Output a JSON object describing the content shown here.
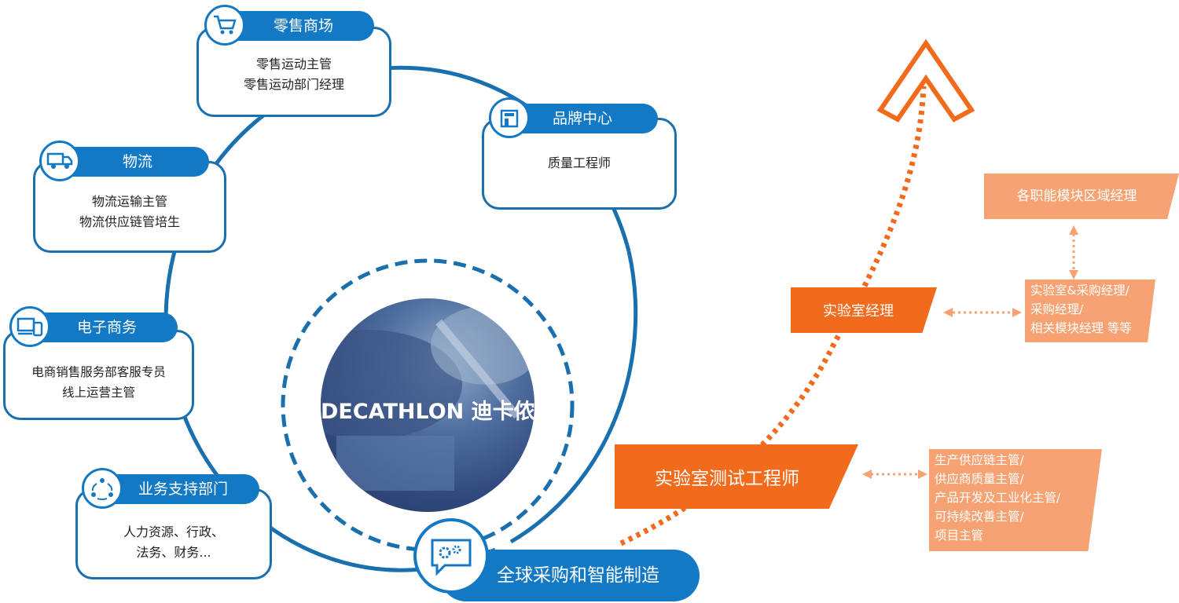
{
  "colors": {
    "blue": "#1479c4",
    "dark_blue": "#1a6fae",
    "orange": "#f26a1b",
    "peach": "#f7a273"
  },
  "center": {
    "brand": "DECATHLON 迪卡侬",
    "icon": "decathlon-photo"
  },
  "categories": [
    {
      "key": "retail",
      "title": "零售商场",
      "icon": "shopping-cart-icon",
      "lines": [
        "零售运动主管",
        "零售运动部门经理"
      ]
    },
    {
      "key": "brand",
      "title": "品牌中心",
      "icon": "store-icon",
      "lines": [
        "质量工程师"
      ]
    },
    {
      "key": "logistics",
      "title": "物流",
      "icon": "truck-icon",
      "lines": [
        "物流运输主管",
        "物流供应链管培生"
      ]
    },
    {
      "key": "ecommerce",
      "title": "电子商务",
      "icon": "devices-icon",
      "lines": [
        "电商销售服务部客服专员",
        "线上运营主管"
      ]
    },
    {
      "key": "support",
      "title": "业务支持部门",
      "icon": "people-cycle-icon",
      "lines": [
        "人力资源、行政、",
        "法务、财务..."
      ]
    },
    {
      "key": "sourcing",
      "title": "全球采购和智能制造",
      "icon": "gears-chat-icon",
      "lines": []
    }
  ],
  "career": {
    "level1": {
      "title": "实验室测试工程师",
      "related": [
        "生产供应链主管/",
        "供应商质量主管/",
        "产品开发及工业化主管/",
        "可持续改善主管/",
        "项目主管"
      ]
    },
    "level2": {
      "title": "实验室经理",
      "related": [
        "实验室&采购经理/",
        "采购经理/",
        "相关模块经理 等等"
      ]
    },
    "level3": {
      "title": "各职能模块区域经理"
    }
  }
}
